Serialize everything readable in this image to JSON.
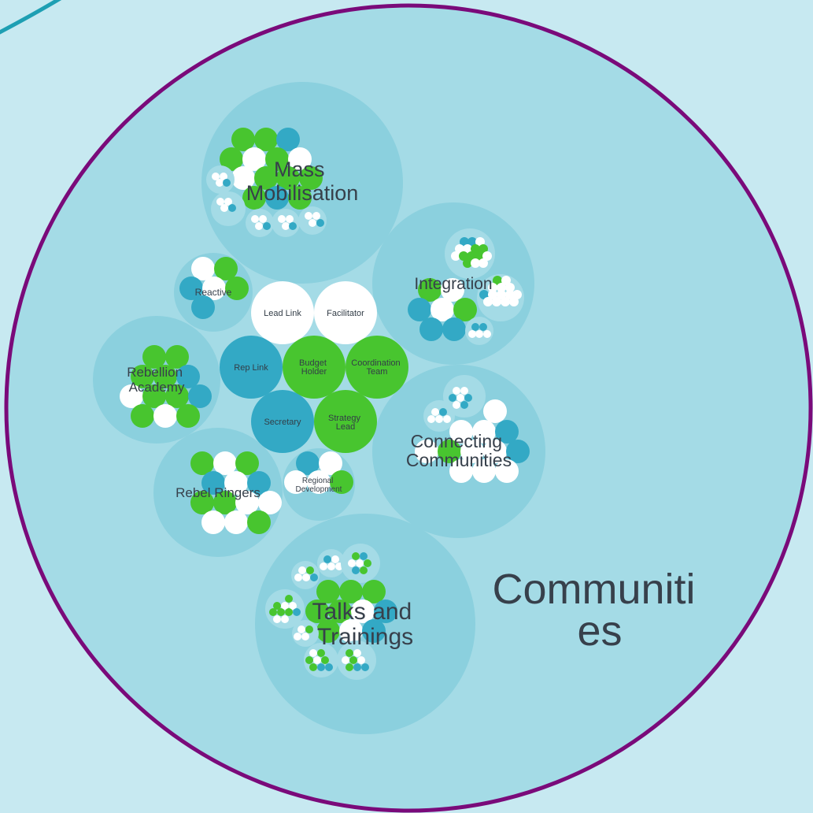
{
  "colors": {
    "background": "#c7e9f1",
    "outer_fill": "#a4dbe6",
    "outer_stroke": "#7a0a7a",
    "sub_circle_fill": "#8bd0de",
    "green": "#48c52f",
    "blue": "#33a9c5",
    "white": "#ffffff",
    "text": "#37404b",
    "corner_arc": "#1e9fb3"
  },
  "main_circle": {
    "label_line1": "Communiti",
    "label_line2": "es"
  },
  "center_roles": [
    {
      "key": "lead_link",
      "line1": "Lead Link",
      "line2": "",
      "color": "white"
    },
    {
      "key": "facilitator",
      "line1": "Facilitator",
      "line2": "",
      "color": "white"
    },
    {
      "key": "rep_link",
      "line1": "Rep Link",
      "line2": "",
      "color": "blue"
    },
    {
      "key": "budget_holder",
      "line1": "Budget",
      "line2": "Holder",
      "color": "green"
    },
    {
      "key": "coordination_team",
      "line1": "Coordination",
      "line2": "Team",
      "color": "green"
    },
    {
      "key": "secretary",
      "line1": "Secretary",
      "line2": "",
      "color": "blue"
    },
    {
      "key": "strategy_lead",
      "line1": "Strategy",
      "line2": "Lead",
      "color": "green"
    }
  ],
  "sub_circles": [
    {
      "key": "mass_mobilisation",
      "line1": "Mass",
      "line2": "Mobilisation"
    },
    {
      "key": "integration",
      "line1": "Integration",
      "line2": ""
    },
    {
      "key": "reactive",
      "line1": "Reactive",
      "line2": ""
    },
    {
      "key": "rebellion_academy",
      "line1": "Rebellion",
      "line2": "Academy"
    },
    {
      "key": "connecting_communities",
      "line1": "Connecting",
      "line2": "Communities"
    },
    {
      "key": "rebel_ringers",
      "line1": "Rebel Ringers",
      "line2": ""
    },
    {
      "key": "regional_development",
      "line1": "Regional",
      "line2": "Development"
    },
    {
      "key": "talks_and_trainings",
      "line1": "Talks and",
      "line2": "Trainings"
    }
  ]
}
